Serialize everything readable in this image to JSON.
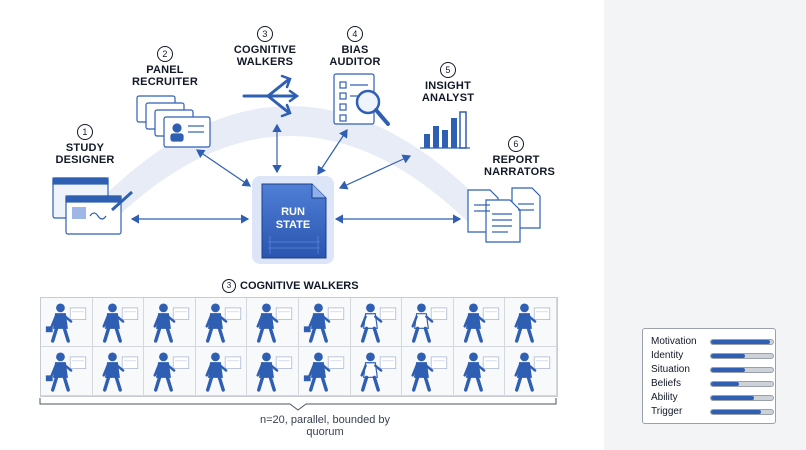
{
  "nodes": [
    {
      "num": "1",
      "lines": [
        "STUDY",
        "DESIGNER"
      ]
    },
    {
      "num": "2",
      "lines": [
        "PANEL",
        "RECRUITER"
      ]
    },
    {
      "num": "3",
      "lines": [
        "COGNITIVE",
        "WALKERS"
      ]
    },
    {
      "num": "4",
      "lines": [
        "BIAS",
        "AUDITOR"
      ]
    },
    {
      "num": "5",
      "lines": [
        "INSIGHT",
        "ANALYST"
      ]
    },
    {
      "num": "6",
      "lines": [
        "REPORT",
        "NARRATORS"
      ]
    }
  ],
  "center": {
    "line1": "RUN",
    "line2": "STATE"
  },
  "walkers": {
    "num": "3",
    "title": "COGNITIVE WALKERS",
    "caption": "n=20, parallel, bounded by quorum"
  },
  "legend": [
    {
      "label": "Motivation",
      "value": 0.95
    },
    {
      "label": "Identity",
      "value": 0.55
    },
    {
      "label": "Situation",
      "value": 0.55
    },
    {
      "label": "Beliefs",
      "value": 0.45
    },
    {
      "label": "Ability",
      "value": 0.7
    },
    {
      "label": "Trigger",
      "value": 0.8
    }
  ],
  "colors": {
    "accent": "#2f5fb3",
    "arc": "#e8ecf6",
    "grid_bg": "#f8f9fb",
    "panel_bg": "#f3f4f6"
  }
}
